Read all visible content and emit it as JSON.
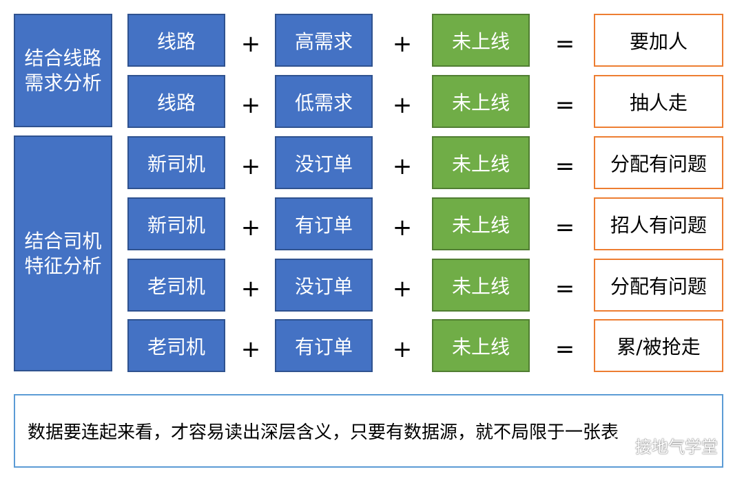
{
  "groups": [
    {
      "label": "结合线路需求分析"
    },
    {
      "label": "结合司机特征分析"
    }
  ],
  "rows": [
    {
      "a": "线路",
      "b": "高需求",
      "c": "未上线",
      "result": "要加人"
    },
    {
      "a": "线路",
      "b": "低需求",
      "c": "未上线",
      "result": "抽人走"
    },
    {
      "a": "新司机",
      "b": "没订单",
      "c": "未上线",
      "result": "分配有问题"
    },
    {
      "a": "新司机",
      "b": "有订单",
      "c": "未上线",
      "result": "招人有问题"
    },
    {
      "a": "老司机",
      "b": "没订单",
      "c": "未上线",
      "result": "分配有问题"
    },
    {
      "a": "老司机",
      "b": "有订单",
      "c": "未上线",
      "result": "累/被抢走"
    }
  ],
  "operators": {
    "plus": "+",
    "equals": "="
  },
  "footer": {
    "text": "数据要连起来看，才容易读出深层含义，只要有数据源，就不局限于一张表"
  },
  "watermark": {
    "text": "接地气学堂",
    "icon": "wechat-icon"
  },
  "colors": {
    "blue": "#4472C4",
    "green": "#70AD47",
    "result_border": "#ED7D31",
    "footer_border": "#5B9BD5"
  }
}
